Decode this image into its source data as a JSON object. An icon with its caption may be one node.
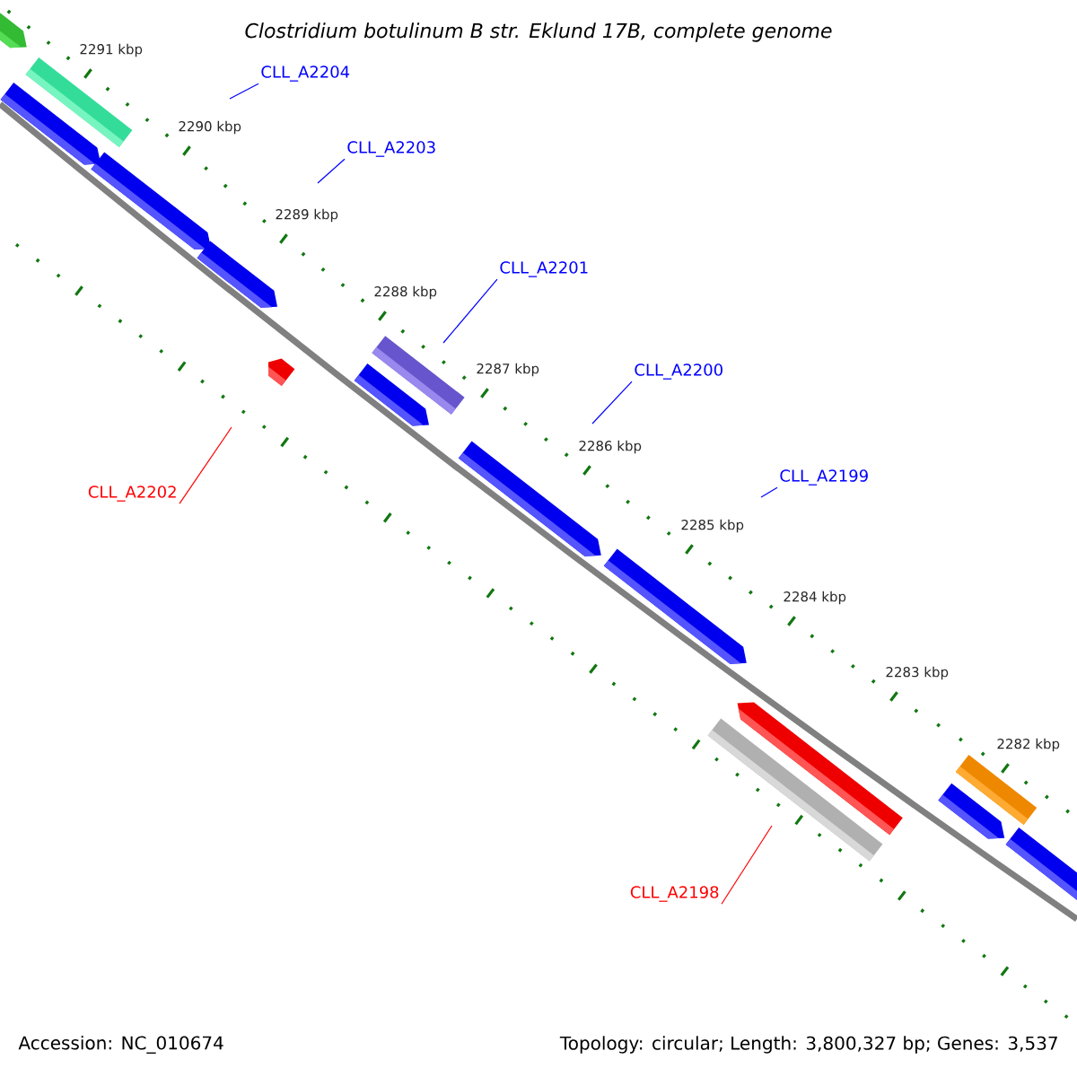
{
  "diagram": {
    "title": "Clostridium botulinum B str. Eklund 17B, complete genome",
    "nodes": [
      {
        "text": [
          "CLL_A2204"
        ]
      },
      {
        "text": [
          "CLL_A2203"
        ]
      },
      {
        "text": [
          "CLL_A2201"
        ]
      },
      {
        "text": [
          "CLL_A2200"
        ]
      },
      {
        "text": [
          "CLL_A2199"
        ]
      },
      {
        "text": [
          "CLL_A2202"
        ]
      },
      {
        "text": [
          "CLL_A2198"
        ]
      }
    ],
    "edges": [
      {
        "from": 0,
        "to": null,
        "arrow": "none"
      },
      {
        "from": 1,
        "to": null,
        "arrow": "none"
      },
      {
        "from": 2,
        "to": null,
        "arrow": "none"
      },
      {
        "from": 3,
        "to": null,
        "arrow": "none"
      },
      {
        "from": 4,
        "to": null,
        "arrow": "none"
      },
      {
        "from": 5,
        "to": null,
        "arrow": "none",
        "color": "#ff0000"
      },
      {
        "from": 6,
        "to": null,
        "arrow": "none",
        "color": "#ff0000"
      }
    ],
    "labels": [
      "2291 kbp",
      "2290 kbp",
      "2289 kbp",
      "2288 kbp",
      "2287 kbp",
      "2286 kbp",
      "2285 kbp",
      "2284 kbp",
      "2283 kbp",
      "2282 kbp",
      "Accession: NC_010674",
      "Topology: circular; Length: 3,800,327 bp; Genes: 3,537"
    ]
  }
}
